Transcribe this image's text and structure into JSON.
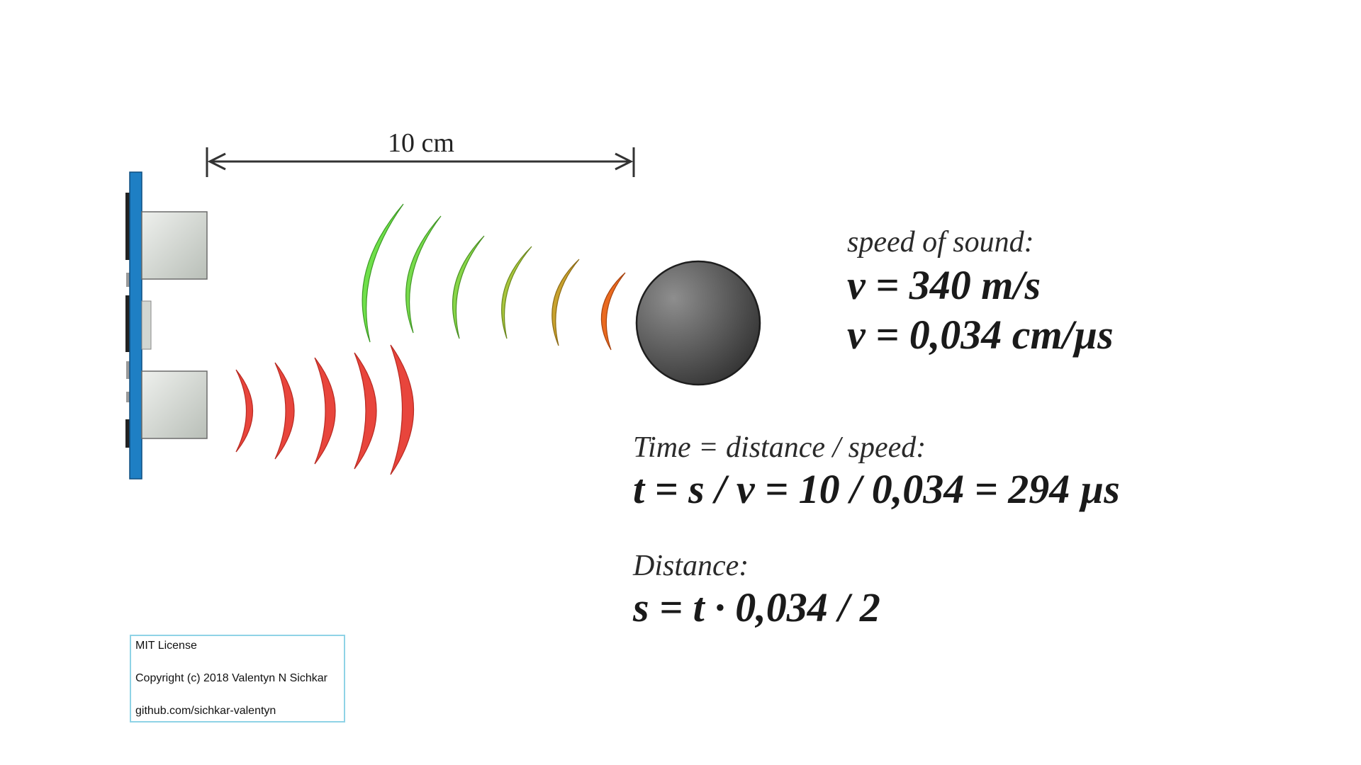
{
  "dimension": {
    "distance_label": "10 cm"
  },
  "speed": {
    "caption": "speed of sound:",
    "formula_1": "v = 340 m/s",
    "formula_2": "v = 0,034 cm/µs"
  },
  "time": {
    "caption": "Time = distance / speed:",
    "formula": "t = s / v = 10 / 0,034 = 294 µs"
  },
  "distance": {
    "caption": "Distance:",
    "formula": "s = t · 0,034 / 2"
  },
  "license": {
    "line_1": "MIT License",
    "line_2": "Copyright (c) 2018  Valentyn N Sichkar",
    "line_3": "github.com/sichkar-valentyn"
  },
  "colors": {
    "sensor_board": "#1e7fc4",
    "transducer": "#d3d7d2",
    "object": "#555555",
    "wave_outgoing": "#e8453c",
    "wave_return_start": "#6fe04a",
    "wave_return_end": "#ea6a1f",
    "license_border": "#8fd3e6"
  }
}
